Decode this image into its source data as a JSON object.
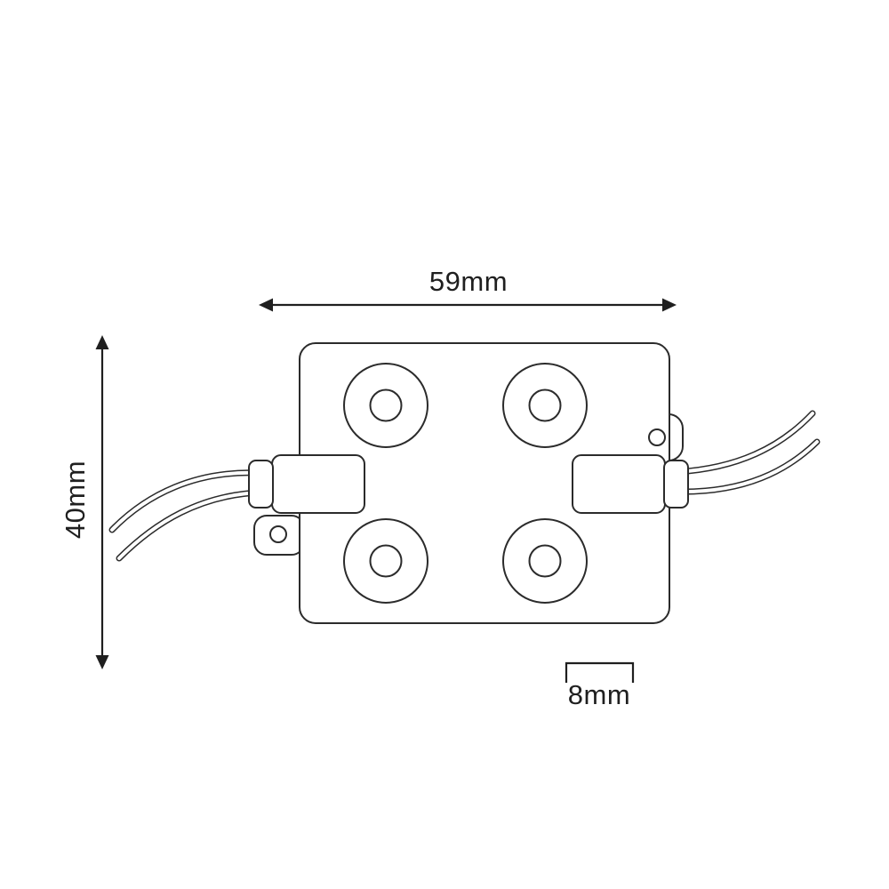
{
  "diagram": {
    "type": "technical-dimension-drawing",
    "colors": {
      "line": "#2b2b2b",
      "text": "#1f1f1f",
      "background": "#ffffff"
    },
    "dimensions": {
      "width": {
        "label": "59mm"
      },
      "height": {
        "label": "40mm"
      },
      "depth": {
        "label": "8mm"
      }
    }
  }
}
